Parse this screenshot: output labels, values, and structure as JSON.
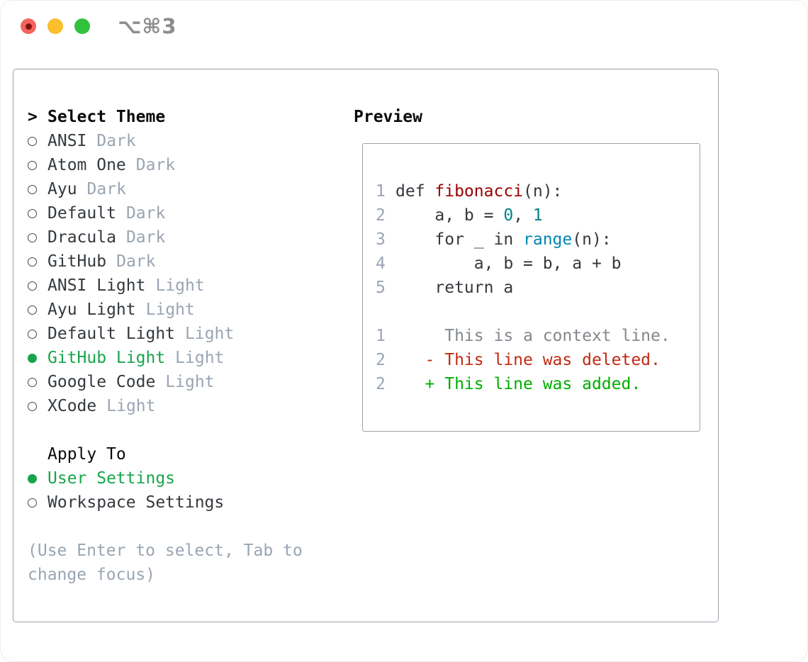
{
  "titlebar": {
    "title": "⌥⌘3",
    "close_icon": "red-circle",
    "minimize_icon": "yellow-circle",
    "zoom_icon": "green-circle"
  },
  "theme_panel": {
    "header": {
      "prompt": ">",
      "label": "Select Theme"
    },
    "radio_selected_icon": "filled-circle",
    "radio_unselected_icon": "hollow-circle",
    "themes": [
      {
        "name": "ANSI",
        "variant": "Dark",
        "selected": false
      },
      {
        "name": "Atom One",
        "variant": "Dark",
        "selected": false
      },
      {
        "name": "Ayu",
        "variant": "Dark",
        "selected": false
      },
      {
        "name": "Default",
        "variant": "Dark",
        "selected": false
      },
      {
        "name": "Dracula",
        "variant": "Dark",
        "selected": false
      },
      {
        "name": "GitHub",
        "variant": "Dark",
        "selected": false
      },
      {
        "name": "ANSI Light",
        "variant": "Light",
        "selected": false
      },
      {
        "name": "Ayu Light",
        "variant": "Light",
        "selected": false
      },
      {
        "name": "Default Light",
        "variant": "Light",
        "selected": false
      },
      {
        "name": "GitHub Light",
        "variant": "Light",
        "selected": true
      },
      {
        "name": "Google Code",
        "variant": "Light",
        "selected": false
      },
      {
        "name": "XCode",
        "variant": "Light",
        "selected": false
      }
    ],
    "apply_to": {
      "label": "Apply To",
      "options": [
        {
          "name": "User Settings",
          "selected": true
        },
        {
          "name": "Workspace Settings",
          "selected": false
        }
      ]
    },
    "help_lines": [
      "(Use Enter to select, Tab to",
      "change focus)"
    ]
  },
  "preview": {
    "title": "Preview",
    "lines": [
      {
        "no": "1",
        "segments": [
          [
            "plain",
            "def "
          ],
          [
            "title",
            "fibonacci"
          ],
          [
            "plain",
            "(n):"
          ]
        ]
      },
      {
        "no": "2",
        "segments": [
          [
            "plain",
            "    a, b = "
          ],
          [
            "num",
            "0"
          ],
          [
            "plain",
            ", "
          ],
          [
            "num",
            "1"
          ]
        ]
      },
      {
        "no": "3",
        "segments": [
          [
            "plain",
            "    for _ in "
          ],
          [
            "builtin",
            "range"
          ],
          [
            "plain",
            "(n):"
          ]
        ]
      },
      {
        "no": "4",
        "segments": [
          [
            "plain",
            "        a, b = b, a + b"
          ]
        ]
      },
      {
        "no": "5",
        "segments": [
          [
            "plain",
            "    return a"
          ]
        ]
      },
      {
        "no": "",
        "segments": []
      },
      {
        "no": "1",
        "segments": [
          [
            "context",
            "     This is a context line."
          ]
        ]
      },
      {
        "no": "2",
        "segments": [
          [
            "deleted",
            "   - This line was deleted."
          ]
        ]
      },
      {
        "no": "2",
        "segments": [
          [
            "added",
            "   + This line was added."
          ]
        ]
      }
    ]
  },
  "colors": {
    "header_black": "#0a0a0a",
    "text_primary": "#34393e",
    "muted_gray": "#9aa5b2",
    "radio_gray": "#43484d",
    "accent_green": "#17a54a",
    "diff_added_green": "#00ad00",
    "diff_deleted_red": "#bf2a12",
    "syntax_title_red": "#990000",
    "syntax_number_teal": "#008080",
    "syntax_builtin_blue": "#0086b3",
    "context_gray": "#83888d",
    "panel_border": "#9aa3ac",
    "titlebar_gray": "#8d8d8d",
    "light_red": "#f4645c",
    "light_red_dot": "#7c150e",
    "light_yellow": "#fbbf2d",
    "light_green": "#31c13c"
  }
}
